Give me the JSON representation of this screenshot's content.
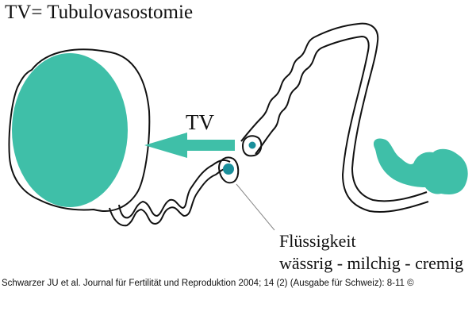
{
  "diagram": {
    "title": "TV= Tubulovasostomie",
    "arrow_label": "TV",
    "fluid_label_line1": "Flüssigkeit",
    "fluid_label_line2": "wässrig - milchig - cremig",
    "citation": "Schwarzer JU et al. Journal für Fertilität und Reproduktion 2004; 14 (2) (Ausgabe für Schweiz): 8-11 ©"
  },
  "colors": {
    "teal": "#3fbfa8",
    "dark_teal": "#1a8f9b",
    "outline": "#111111"
  }
}
